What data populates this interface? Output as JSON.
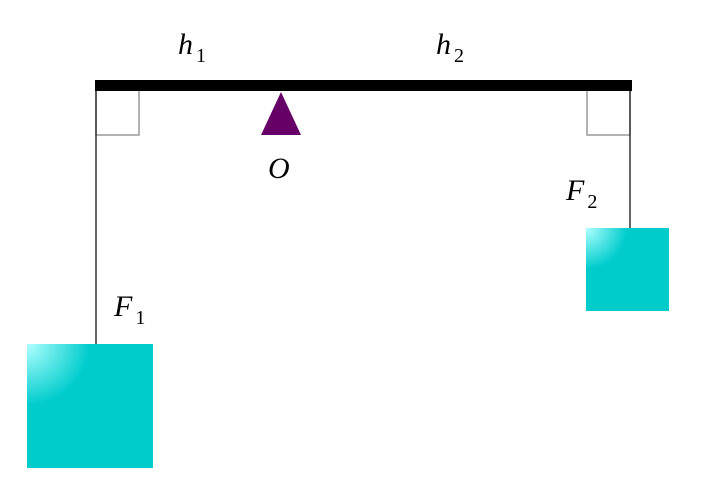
{
  "labels": {
    "h1": {
      "base": "h",
      "sub": "1"
    },
    "h2": {
      "base": "h",
      "sub": "2"
    },
    "pivot": "O",
    "F1": {
      "base": "F",
      "sub": "1"
    },
    "F2": {
      "base": "F",
      "sub": "2"
    }
  },
  "colors": {
    "beam": "#000000",
    "pivot": "#660066",
    "box_light": "#aaffff",
    "box": "#00cccc",
    "rope": "#333333"
  }
}
